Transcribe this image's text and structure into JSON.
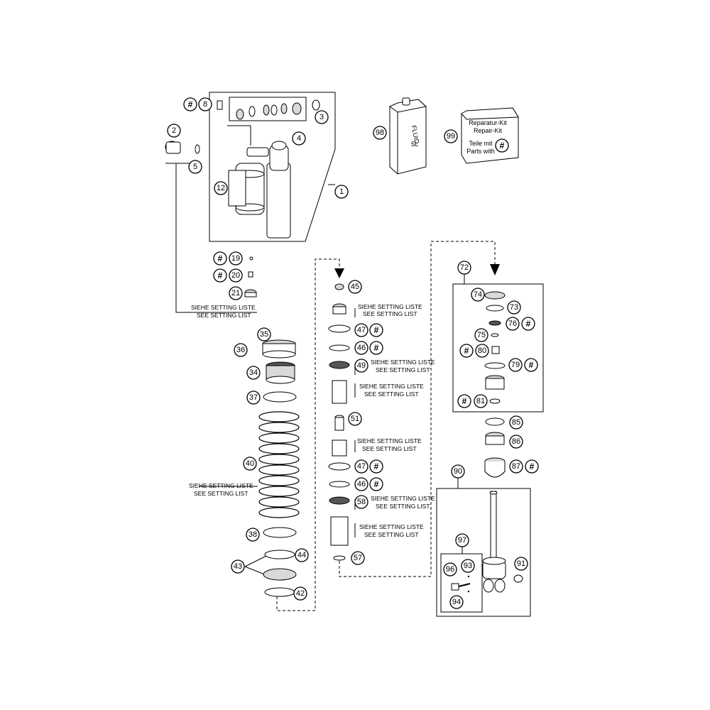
{
  "diagram": {
    "setting_list_de": "SIEHE SETTING LISTE",
    "setting_list_en": "SEE SETTING LIST",
    "hash_symbol": "#",
    "repair_kit": {
      "line1": "Reparatur-Kit",
      "line2": "Repair-Kit",
      "line3": "Teile mit",
      "line4": "Parts with"
    },
    "fluid": {
      "label": "FLUID",
      "volume": "5L"
    },
    "callouts": {
      "c1": "1",
      "c2": "2",
      "c3": "3",
      "c4": "4",
      "c5": "5",
      "c8": "8",
      "c12": "12",
      "c19": "19",
      "c20": "20",
      "c21": "21",
      "c34": "34",
      "c35": "35",
      "c36": "36",
      "c37": "37",
      "c38": "38",
      "c40": "40",
      "c42": "42",
      "c43": "43",
      "c44": "44",
      "c45": "45",
      "c46a": "46",
      "c46b": "46",
      "c47a": "47",
      "c47b": "47",
      "c49": "49",
      "c51": "51",
      "c57": "57",
      "c58": "58",
      "c72": "72",
      "c73": "73",
      "c74": "74",
      "c75": "75",
      "c76": "76",
      "c79": "79",
      "c80": "80",
      "c81": "81",
      "c85": "85",
      "c86": "86",
      "c87": "87",
      "c90": "90",
      "c91": "91",
      "c93": "93",
      "c94": "94",
      "c96": "96",
      "c97": "97",
      "c98": "98",
      "c99": "99"
    }
  }
}
